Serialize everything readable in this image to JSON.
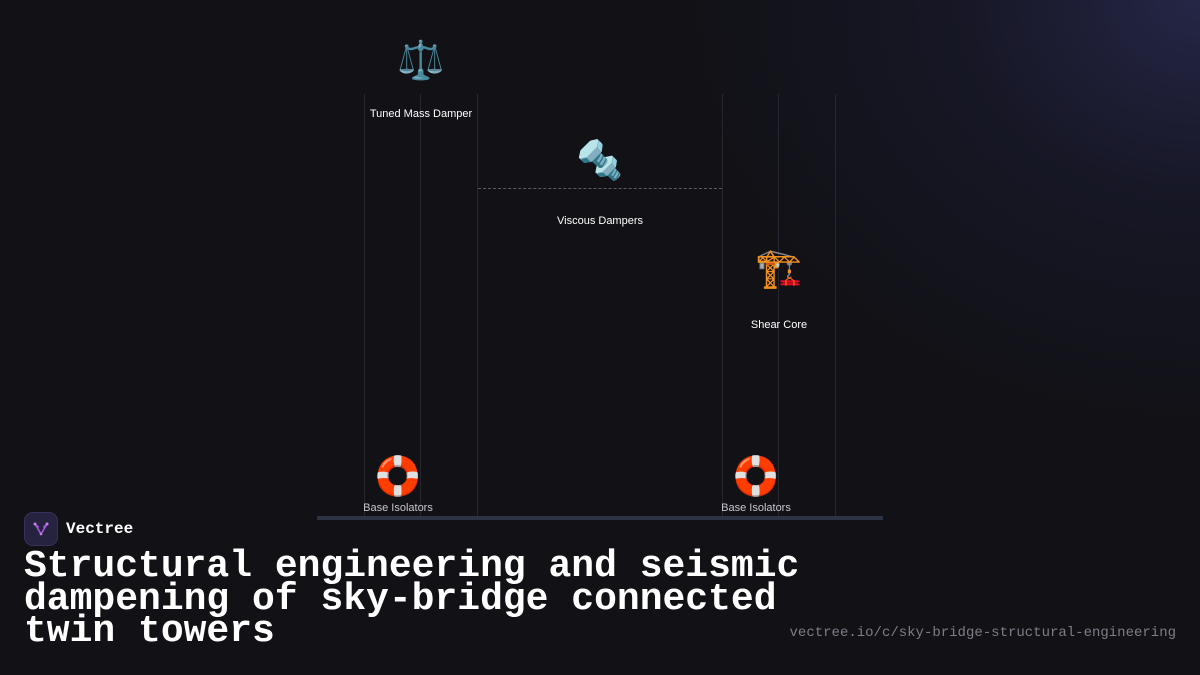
{
  "diagram": {
    "components": {
      "tmd": {
        "icon": "⚖️",
        "icon_name": "balance-scale-icon",
        "label": "Tuned Mass Damper"
      },
      "viscous": {
        "icon": "🔩",
        "icon_name": "nut-bolt-icon",
        "label": "Viscous Dampers"
      },
      "shear_core": {
        "icon": "🏗️",
        "icon_name": "construction-crane-icon",
        "label": "Shear Core"
      },
      "isolator_left": {
        "icon": "🛟",
        "icon_name": "ring-buoy-icon",
        "label": "Base Isolators"
      },
      "isolator_right": {
        "icon": "🛟",
        "icon_name": "ring-buoy-icon",
        "label": "Base Isolators"
      }
    }
  },
  "brand": {
    "name": "Vectree"
  },
  "title": "Structural engineering and seismic dampening of sky-bridge connected twin towers",
  "url": "vectree.io/c/sky-bridge-structural-engineering",
  "colors": {
    "background": "#111116",
    "ground": "#2c3444",
    "logo_bg": "#262340",
    "logo_mark": "#a35ad8"
  }
}
